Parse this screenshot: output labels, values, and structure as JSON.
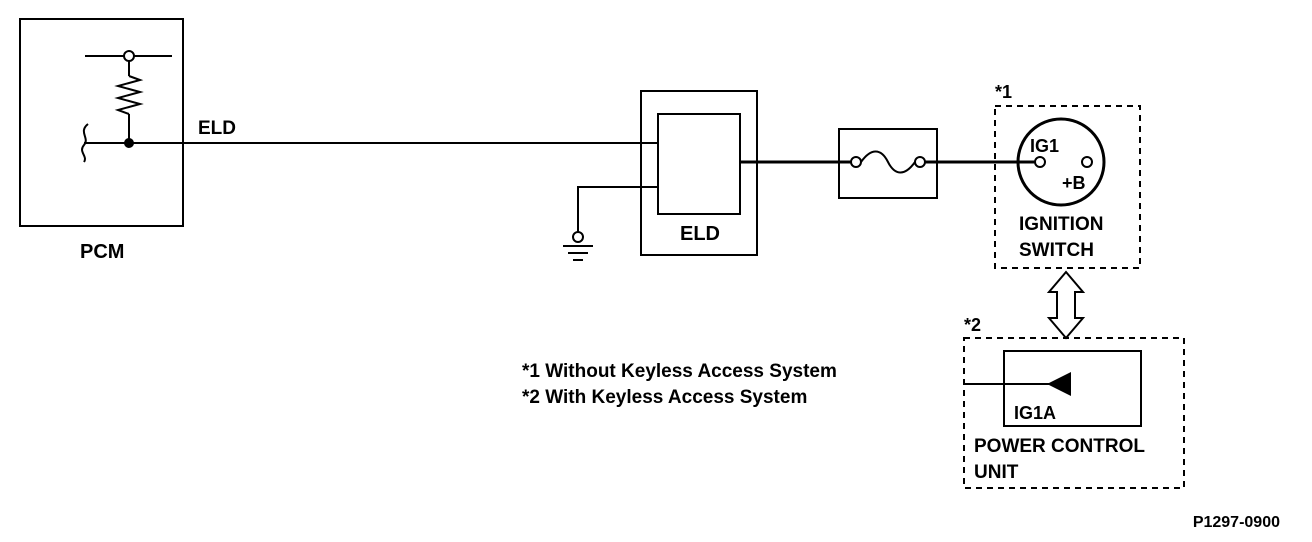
{
  "pcm": {
    "label": "PCM",
    "output_label": "ELD"
  },
  "eld_unit": {
    "label": "ELD"
  },
  "ignition_switch": {
    "marker": "*1",
    "terminal_ig1": "IG1",
    "terminal_b": "+B",
    "label_line1": "IGNITION",
    "label_line2": "SWITCH"
  },
  "power_control_unit": {
    "marker": "*2",
    "terminal": "IG1A",
    "label_line1": "POWER CONTROL",
    "label_line2": "UNIT"
  },
  "notes": [
    "*1 Without Keyless Access System",
    "*2 With Keyless Access System"
  ],
  "figure_code": "P1297-0900"
}
